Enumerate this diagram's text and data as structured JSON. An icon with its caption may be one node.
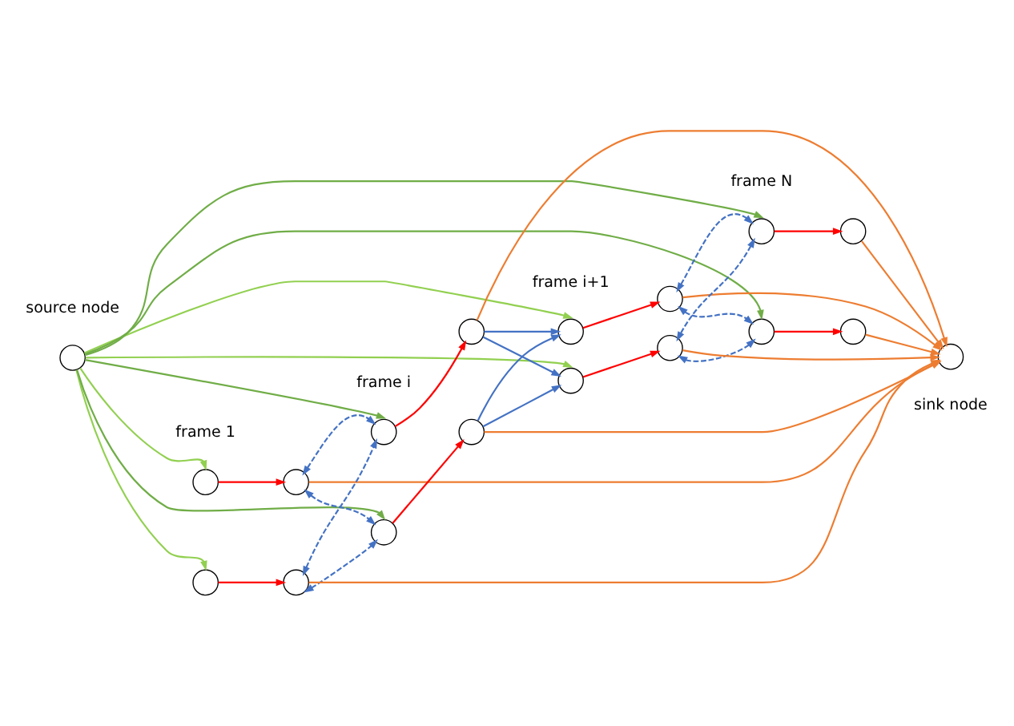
{
  "diagram": {
    "nodes": [
      {
        "text": [],
        "shape": "circle",
        "beside": [
          "source node"
        ]
      },
      {
        "text": [],
        "shape": "circle"
      },
      {
        "text": [],
        "shape": "circle"
      },
      {
        "text": [],
        "shape": "circle"
      },
      {
        "text": [],
        "shape": "circle"
      },
      {
        "text": [],
        "shape": "circle"
      },
      {
        "text": [],
        "shape": "circle"
      },
      {
        "text": [],
        "shape": "circle"
      },
      {
        "text": [],
        "shape": "circle"
      },
      {
        "text": [],
        "shape": "circle"
      },
      {
        "text": [],
        "shape": "circle"
      },
      {
        "text": [],
        "shape": "circle"
      },
      {
        "text": [],
        "shape": "circle"
      },
      {
        "text": [],
        "shape": "circle"
      },
      {
        "text": [],
        "shape": "circle"
      },
      {
        "text": [],
        "shape": "circle"
      },
      {
        "text": [],
        "shape": "circle"
      },
      {
        "text": [],
        "shape": "circle",
        "beside": [
          "sink node"
        ]
      }
    ],
    "edges": [
      {
        "from": 0,
        "to": 1,
        "arrow": "to",
        "color": "#92d050"
      },
      {
        "from": 0,
        "to": 3,
        "arrow": "to",
        "color": "#92d050"
      },
      {
        "from": 0,
        "to": 5,
        "arrow": "to",
        "color": "#70ad47"
      },
      {
        "from": 0,
        "to": 7,
        "arrow": "to",
        "color": "#70ad47"
      },
      {
        "from": 0,
        "to": 9,
        "arrow": "to",
        "color": "#92d050"
      },
      {
        "from": 0,
        "to": 11,
        "arrow": "to",
        "color": "#92d050"
      },
      {
        "from": 0,
        "to": 13,
        "arrow": "to",
        "color": "#70ad47"
      },
      {
        "from": 0,
        "to": 15,
        "arrow": "to",
        "color": "#70ad47"
      },
      {
        "from": 1,
        "to": 2,
        "arrow": "to",
        "color": "#ff0000"
      },
      {
        "from": 3,
        "to": 4,
        "arrow": "to",
        "color": "#ff0000"
      },
      {
        "from": 5,
        "to": 6,
        "arrow": "to",
        "color": "#ff0000"
      },
      {
        "from": 7,
        "to": 8,
        "arrow": "to",
        "color": "#ff0000"
      },
      {
        "from": 9,
        "to": 10,
        "arrow": "to",
        "color": "#ff0000"
      },
      {
        "from": 11,
        "to": 12,
        "arrow": "to",
        "color": "#ff0000"
      },
      {
        "from": 13,
        "to": 14,
        "arrow": "to",
        "color": "#ff0000"
      },
      {
        "from": 15,
        "to": 16,
        "arrow": "to",
        "color": "#ff0000"
      },
      {
        "from": 2,
        "to": 5,
        "arrow": "both",
        "style": "dashed",
        "color": "#4472c4"
      },
      {
        "from": 2,
        "to": 7,
        "arrow": "both",
        "style": "dashed",
        "color": "#4472c4"
      },
      {
        "from": 4,
        "to": 5,
        "arrow": "both",
        "style": "dashed",
        "color": "#4472c4"
      },
      {
        "from": 4,
        "to": 7,
        "arrow": "both",
        "style": "dashed",
        "color": "#4472c4"
      },
      {
        "from": 6,
        "to": 9,
        "arrow": "to",
        "color": "#4472c4"
      },
      {
        "from": 6,
        "to": 11,
        "arrow": "to",
        "color": "#4472c4"
      },
      {
        "from": 8,
        "to": 9,
        "arrow": "to",
        "color": "#4472c4"
      },
      {
        "from": 8,
        "to": 11,
        "arrow": "to",
        "color": "#4472c4"
      },
      {
        "from": 10,
        "to": 13,
        "arrow": "both",
        "style": "dashed",
        "color": "#4472c4"
      },
      {
        "from": 10,
        "to": 15,
        "arrow": "both",
        "style": "dashed",
        "color": "#4472c4"
      },
      {
        "from": 12,
        "to": 13,
        "arrow": "both",
        "style": "dashed",
        "color": "#4472c4"
      },
      {
        "from": 12,
        "to": 15,
        "arrow": "both",
        "style": "dashed",
        "color": "#4472c4"
      },
      {
        "from": 2,
        "to": 17,
        "arrow": "to",
        "color": "#ed7d31"
      },
      {
        "from": 4,
        "to": 17,
        "arrow": "to",
        "color": "#ed7d31"
      },
      {
        "from": 6,
        "to": 17,
        "arrow": "to",
        "color": "#ed7d31"
      },
      {
        "from": 8,
        "to": 17,
        "arrow": "to",
        "color": "#ed7d31"
      },
      {
        "from": 10,
        "to": 17,
        "arrow": "to",
        "color": "#ed7d31"
      },
      {
        "from": 12,
        "to": 17,
        "arrow": "to",
        "color": "#ed7d31"
      },
      {
        "from": 14,
        "to": 17,
        "arrow": "to",
        "color": "#ed7d31"
      },
      {
        "from": 16,
        "to": 17,
        "arrow": "to",
        "color": "#ed7d31"
      }
    ],
    "labels": [
      "frame 1",
      "frame i",
      "frame i+1",
      "frame N"
    ]
  }
}
